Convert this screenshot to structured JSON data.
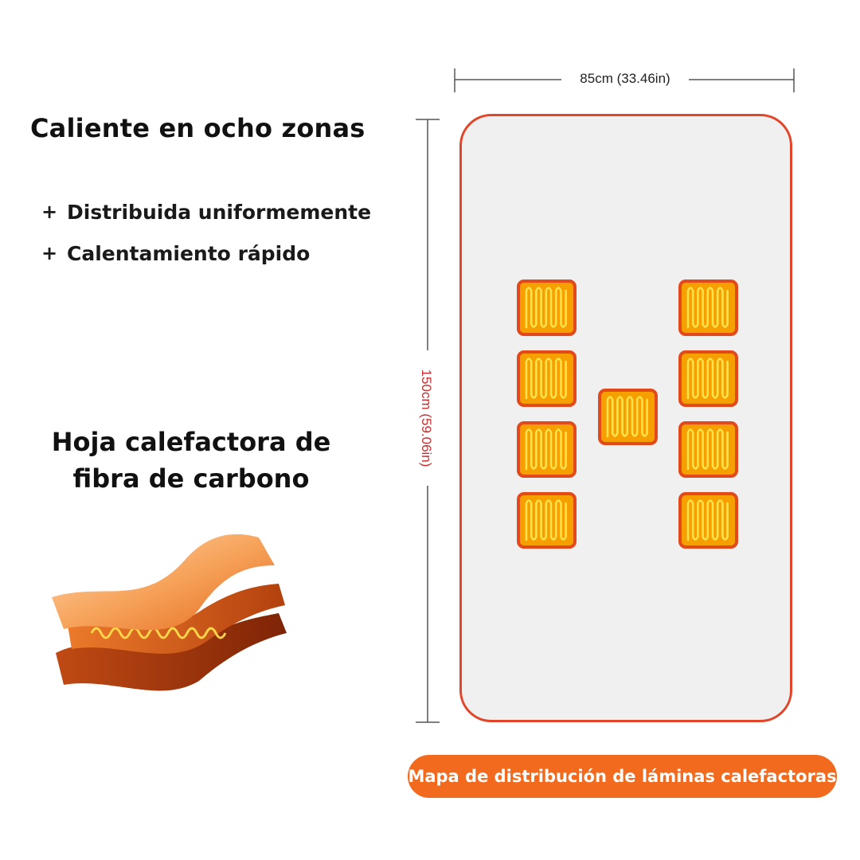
{
  "heading": "Caliente en ocho zonas",
  "features": [
    {
      "icon": "plus-icon",
      "symbol": "+",
      "text": "Distribuida uniformemente"
    },
    {
      "icon": "plus-icon",
      "symbol": "+",
      "text": "Calentamiento rápido"
    }
  ],
  "subheading_line1": "Hoja calefactora de",
  "subheading_line2": "fibra de carbono",
  "diagram": {
    "width_label": "85cm (33.46in)",
    "height_label": "150cm (59.06in)",
    "pad_count": 9,
    "caption": "Mapa de distribución de láminas calefactoras"
  },
  "colors": {
    "accent": "#f26a1e",
    "mat_border": "#e2462a",
    "pad_fill": "#f5a000",
    "pad_border": "#e24a1c",
    "coil": "#ffe24a",
    "mat_fill": "#f0f0f0"
  }
}
